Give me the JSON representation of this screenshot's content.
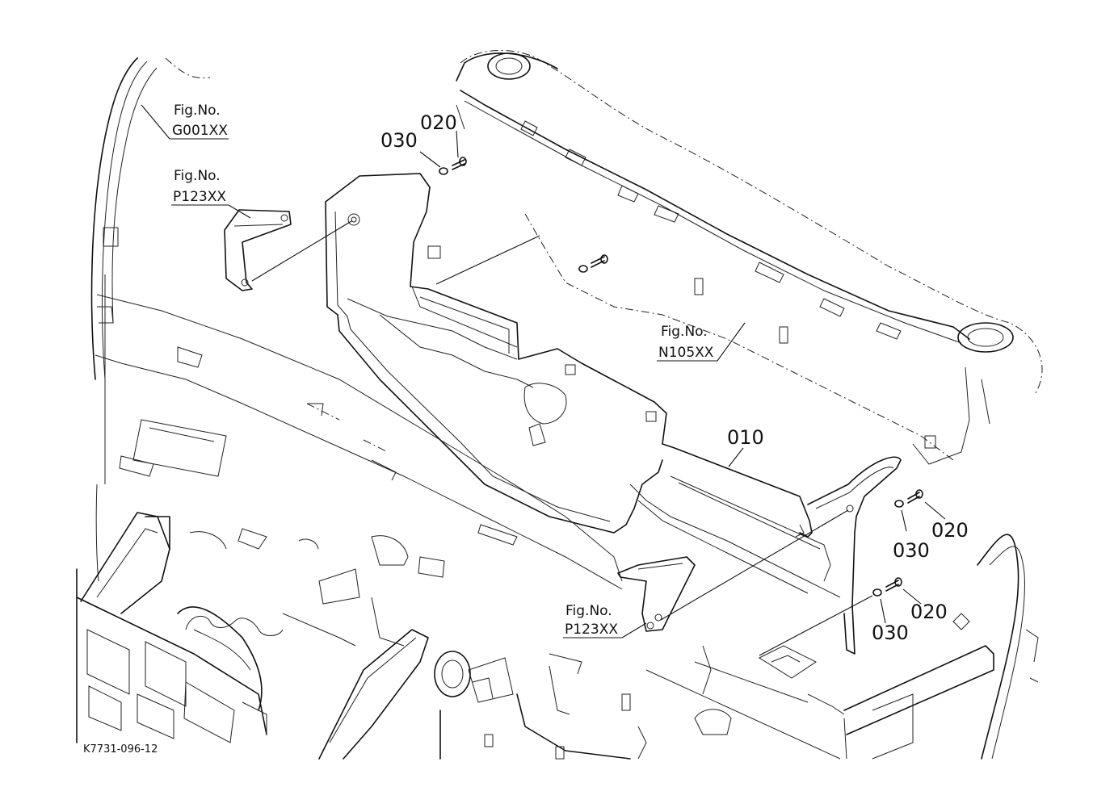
{
  "callouts": {
    "part_010": "010",
    "part_020_top": "020",
    "part_030_top": "030",
    "part_020_mid": "020",
    "part_030_mid": "030",
    "part_020_low": "020",
    "part_030_low": "030"
  },
  "figure_refs": {
    "g001": {
      "line1": "Fig.No.",
      "line2": "G001XX"
    },
    "p123_top": {
      "line1": "Fig.No.",
      "line2": "P123XX"
    },
    "n105": {
      "line1": "Fig.No.",
      "line2": "N105XX"
    },
    "p123_bottom": {
      "line1": "Fig.No.",
      "line2": "P123XX"
    }
  },
  "drawing_code": "K7731-096-12"
}
